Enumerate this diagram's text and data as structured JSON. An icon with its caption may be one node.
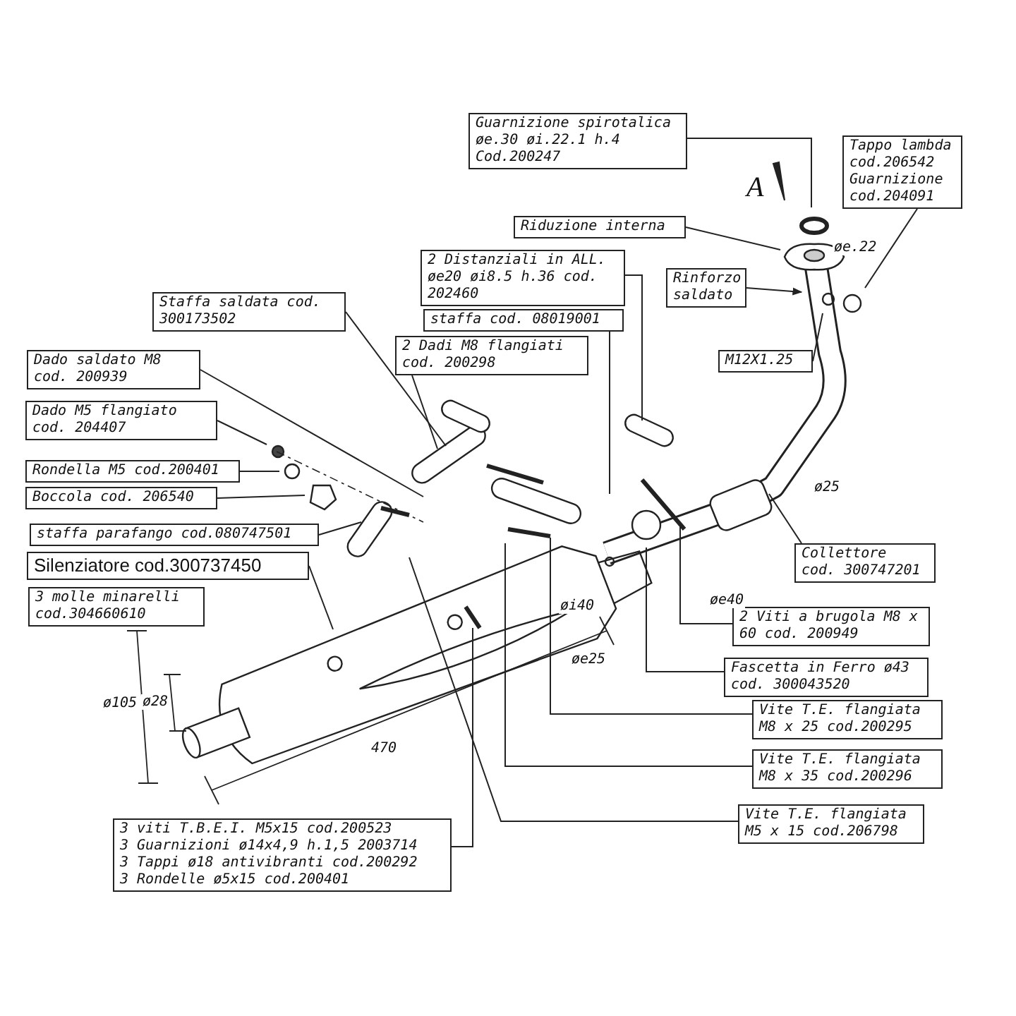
{
  "diagram": {
    "nodes": [
      {
        "text": [
          "Guarnizione spirotalica øe.30 øi.22.1 h.4 Cod.200247"
        ]
      },
      {
        "text": [
          "Tappo lambda cod.206542 Guarnizione cod.204091"
        ]
      },
      {
        "text": [
          "Riduzione interna"
        ]
      },
      {
        "text": [
          "2 Distanziali in ALL. øe20 øi8.5 h.36 cod. 202460"
        ]
      },
      {
        "text": [
          "Rinforzo saldato"
        ]
      },
      {
        "text": [
          "Staffa saldata cod. 300173502"
        ]
      },
      {
        "text": [
          "staffa cod. 08019001"
        ]
      },
      {
        "text": [
          "M12X1.25"
        ]
      },
      {
        "text": [
          "Dado saldato M8 cod. 200939"
        ]
      },
      {
        "text": [
          "2 Dadi M8 flangiati cod. 200298"
        ]
      },
      {
        "text": [
          "Dado M5 flangiato cod. 204407"
        ]
      },
      {
        "text": [
          "Rondella M5 cod.200401"
        ]
      },
      {
        "text": [
          "Boccola cod. 206540"
        ]
      },
      {
        "text": [
          "staffa parafango cod.080747501"
        ]
      },
      {
        "text": [
          "Collettore cod. 300747201"
        ]
      },
      {
        "text": [
          "Silenziatore cod.300737450"
        ]
      },
      {
        "text": [
          "3 molle minarelli cod.304660610"
        ]
      },
      {
        "text": [
          "2 Viti a brugola M8 x 60 cod. 200949"
        ]
      },
      {
        "text": [
          "Fascetta in Ferro ø43 cod. 300043520"
        ]
      },
      {
        "text": [
          "Vite T.E. flangiata M8 x 25 cod.200295"
        ]
      },
      {
        "text": [
          "Vite T.E. flangiata M8 x 35 cod.200296"
        ]
      },
      {
        "text": [
          "3 viti T.B.E.I. M5x15 cod.200523",
          "3 Guarnizioni ø14x4,9 h.1,5 2003714",
          "3 Tappi ø18 antivibranti cod.200292",
          "3 Rondelle ø5x15 cod.200401"
        ]
      },
      {
        "text": [
          "Vite T.E. flangiata M5 x 15 cod.206798"
        ]
      }
    ],
    "edges": [
      {
        "from": 0,
        "to": null,
        "arrow": "none"
      },
      {
        "from": 1,
        "to": null,
        "arrow": "none"
      },
      {
        "from": 2,
        "to": null,
        "arrow": "none"
      },
      {
        "from": 3,
        "to": null,
        "arrow": "none"
      },
      {
        "from": 4,
        "to": null,
        "arrow": "to"
      },
      {
        "from": 5,
        "to": null,
        "arrow": "none"
      },
      {
        "from": 6,
        "to": null,
        "arrow": "none"
      },
      {
        "from": 7,
        "to": null,
        "arrow": "none"
      },
      {
        "from": 8,
        "to": null,
        "arrow": "none"
      },
      {
        "from": 9,
        "to": null,
        "arrow": "none"
      },
      {
        "from": 10,
        "to": null,
        "arrow": "none"
      },
      {
        "from": 11,
        "to": null,
        "arrow": "none"
      },
      {
        "from": 12,
        "to": null,
        "arrow": "none"
      },
      {
        "from": 13,
        "to": null,
        "arrow": "none"
      },
      {
        "from": 14,
        "to": null,
        "arrow": "none"
      },
      {
        "from": 15,
        "to": null,
        "arrow": "none"
      },
      {
        "from": 17,
        "to": null,
        "arrow": "none"
      },
      {
        "from": 18,
        "to": null,
        "arrow": "none"
      },
      {
        "from": 19,
        "to": null,
        "arrow": "none"
      },
      {
        "from": 20,
        "to": null,
        "arrow": "none"
      },
      {
        "from": 21,
        "to": null,
        "arrow": "none"
      },
      {
        "from": 22,
        "to": null,
        "arrow": "none"
      }
    ],
    "labels": [
      "A",
      "øe.22",
      "ø25",
      "øe40",
      "øe25",
      "øi40",
      "470",
      "ø105",
      "ø28"
    ]
  }
}
